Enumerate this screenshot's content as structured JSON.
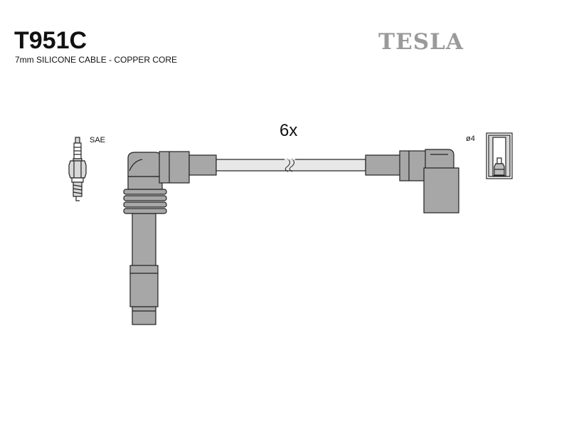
{
  "header": {
    "part_number": "T951C",
    "description": "7mm SILICONE CABLE - COPPER CORE",
    "brand": "TESLA"
  },
  "diagram": {
    "quantity_label": "6x",
    "spark_plug_label": "SAE",
    "terminal_label": "ø4"
  },
  "colors": {
    "part_fill": "#a7a7a7",
    "cable_fill": "#e8e8e8",
    "outline": "#222222",
    "brand": "#9a9a9a",
    "text": "#111111"
  }
}
